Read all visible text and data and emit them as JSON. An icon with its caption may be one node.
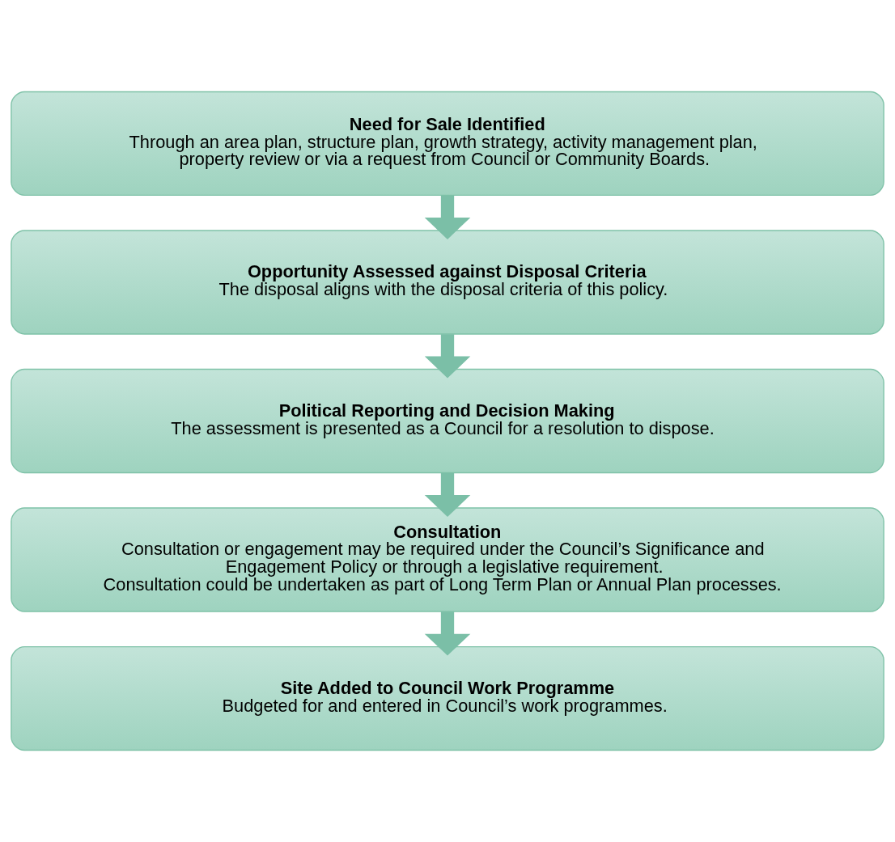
{
  "diagram": {
    "nodes": [
      {
        "text": [
          "Need for Sale Identified",
          "Through an area plan, structure plan, growth strategy, activity management plan, property review or via a request from Council or Community Boards."
        ]
      },
      {
        "text": [
          "Opportunity Assessed against Disposal Criteria",
          "The disposal aligns with the disposal criteria of this policy."
        ]
      },
      {
        "text": [
          "Political Reporting and Decision Making",
          "The assessment is presented as a Council for a resolution to dispose."
        ]
      },
      {
        "text": [
          "Consultation",
          "Consultation or engagement may be required under the Council’s Significance and Engagement Policy or through a legislative requirement.",
          "Consultation could be undertaken as part of Long Term Plan or Annual Plan processes."
        ]
      },
      {
        "text": [
          "Site Added to Council Work Programme",
          "Budgeted for and entered in Council’s work programmes."
        ]
      }
    ],
    "edges": [
      {
        "from": 0,
        "to": 1,
        "arrow": "to"
      },
      {
        "from": 1,
        "to": 2,
        "arrow": "to"
      },
      {
        "from": 2,
        "to": 3,
        "arrow": "to"
      },
      {
        "from": 3,
        "to": 4,
        "arrow": "to"
      }
    ]
  }
}
